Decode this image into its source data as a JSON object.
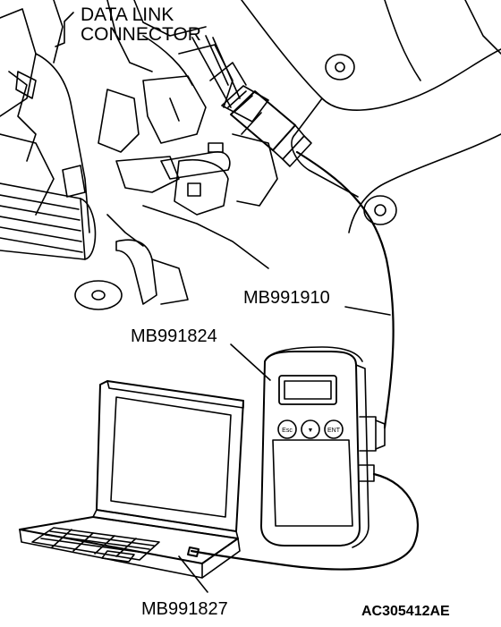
{
  "labels": {
    "data_link_connector_line1": "DATA LINK",
    "data_link_connector_line2": "CONNECTOR",
    "mb991910": "MB991910",
    "mb991824": "MB991824",
    "mb991827": "MB991827",
    "figure_id": "AC305412AE"
  },
  "device_buttons": [
    "Esc",
    "▼",
    "ENT"
  ]
}
